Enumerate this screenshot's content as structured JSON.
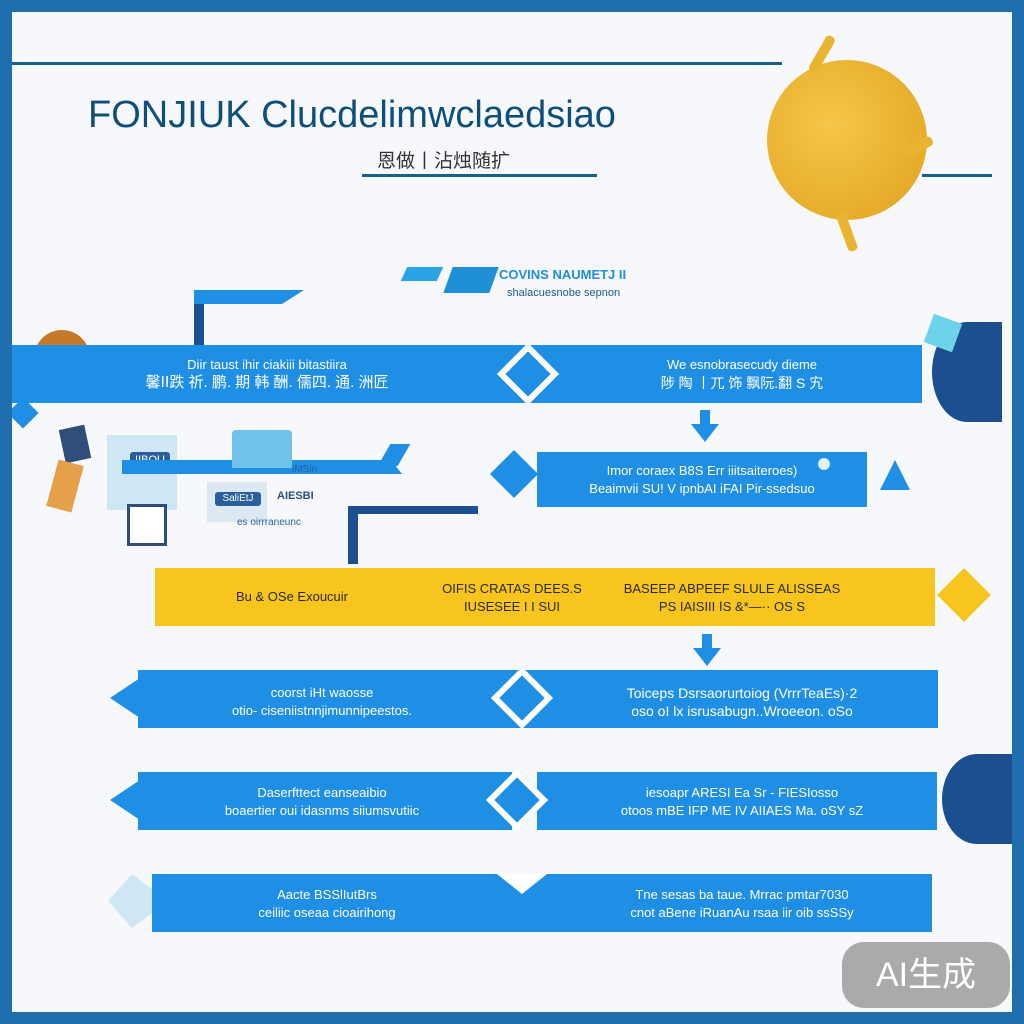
{
  "header": {
    "title": "FONJIUK Cluc​delimwclaedsiao",
    "subtitle": "恩做丨沾烛随扩"
  },
  "tagline": {
    "line1": "COVINS NAUMETJ II",
    "line2": "shalacuesnobe sepnon"
  },
  "rows": [
    {
      "left": [
        "Diir taust ihir ciakiii bitastiira",
        "馨ⅠⅠ跌   祈. 鹏.  期  韩   酬. 儒四. 通. 洲匠"
      ],
      "right": [
        "We esnobrasecudy dieme",
        "陟 陶 丨兀 饰 飘阮.翻  S 宄"
      ]
    },
    {
      "left": [],
      "right": [
        "Imor coraex B8S Err iiitsaiteroes)",
        "Beaimvii SU! V ipnbAI iFAI Pir-ssedsuo"
      ]
    },
    {
      "left": [
        "Bu & OSe Exoucuir"
      ],
      "mid": [
        "OIFIS CRATAS DEES.S",
        "IUSESEE I I SUI"
      ],
      "right": [
        "BASEEP ABPEEF SLULE ALISSEAS",
        "PS IAISIII ⅠS &*—·· OS S"
      ]
    },
    {
      "left": [
        "coorst iHt waosse",
        "otio- ciseniistnnjimunnipeestos."
      ],
      "right": [
        "Toiceps  Dsrsaorurtoiog  (VrrrTeaEs)·2",
        "oso  oI  lx  isrusabugn..Wroeeon.  oSo"
      ]
    },
    {
      "left": [
        "Daserfttect eanseaibio",
        "boaertier  oui  idasnms  siiumsvutiic"
      ],
      "right": [
        "iesoapr ARESI Ea  Sr - FIESIosso",
        "otoos  mBE  IFP  ME  IV  AIIAES  Ma.  oSY  sZ"
      ]
    },
    {
      "left": [
        "Aacte  BSSlIutBrs",
        "ceiliic  oseaa  cioairihong"
      ],
      "right": [
        "Tne  sesas  ba  taue.  Mrrac  pmtar7030",
        "cnot  aBene  iRuanAu  rsaa  iir  oib  ssSSy"
      ]
    }
  ],
  "side_labels": {
    "box_a": "IIBOU",
    "box_b": "SaliEtJ",
    "box_c": "AIESBI",
    "box_d": "iMSin",
    "box_e": "es oirrraneunc"
  },
  "watermark": "AI生成",
  "colors": {
    "blue": "#1f8fe6",
    "yellow": "#f7c51e",
    "navy": "#1b5f8c"
  }
}
